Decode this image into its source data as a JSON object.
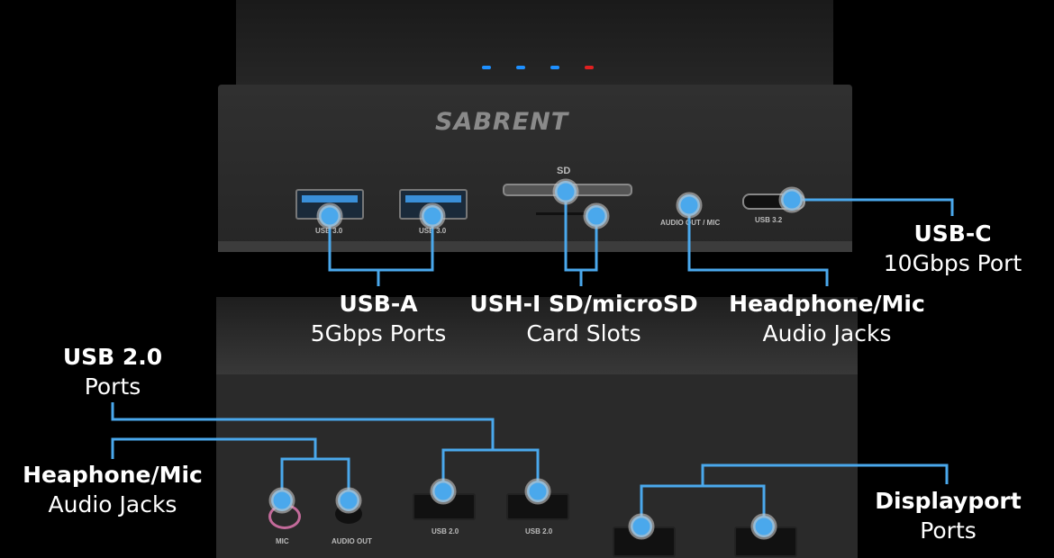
{
  "brand": "SABRENT",
  "colors": {
    "callout": "#4aa8ec",
    "led_blue": "#1e90ff",
    "led_red": "#e02020"
  },
  "port_labels": {
    "usb30_1": "USB 3.0",
    "usb30_2": "USB 3.0",
    "sd": "SD",
    "audio_top": "AUDIO OUT / MIC",
    "usb32": "USB 3.2",
    "mic": "MIC",
    "audio_out": "AUDIO OUT",
    "usb20_1": "USB 2.0",
    "usb20_2": "USB 2.0"
  },
  "callouts": {
    "usb_a": {
      "title": "USB-A",
      "sub": "5Gbps Ports"
    },
    "sd": {
      "title": "USH-I SD/microSD",
      "sub": "Card Slots"
    },
    "headphone_top": {
      "title": "Headphone/Mic",
      "sub": "Audio Jacks"
    },
    "usb_c": {
      "title": "USB-C",
      "sub": "10Gbps Port"
    },
    "usb20": {
      "title": "USB 2.0",
      "sub": "Ports"
    },
    "headphone_bottom": {
      "title": "Heaphone/Mic",
      "sub": "Audio Jacks"
    },
    "displayport": {
      "title": "Displayport",
      "sub": "Ports"
    }
  }
}
